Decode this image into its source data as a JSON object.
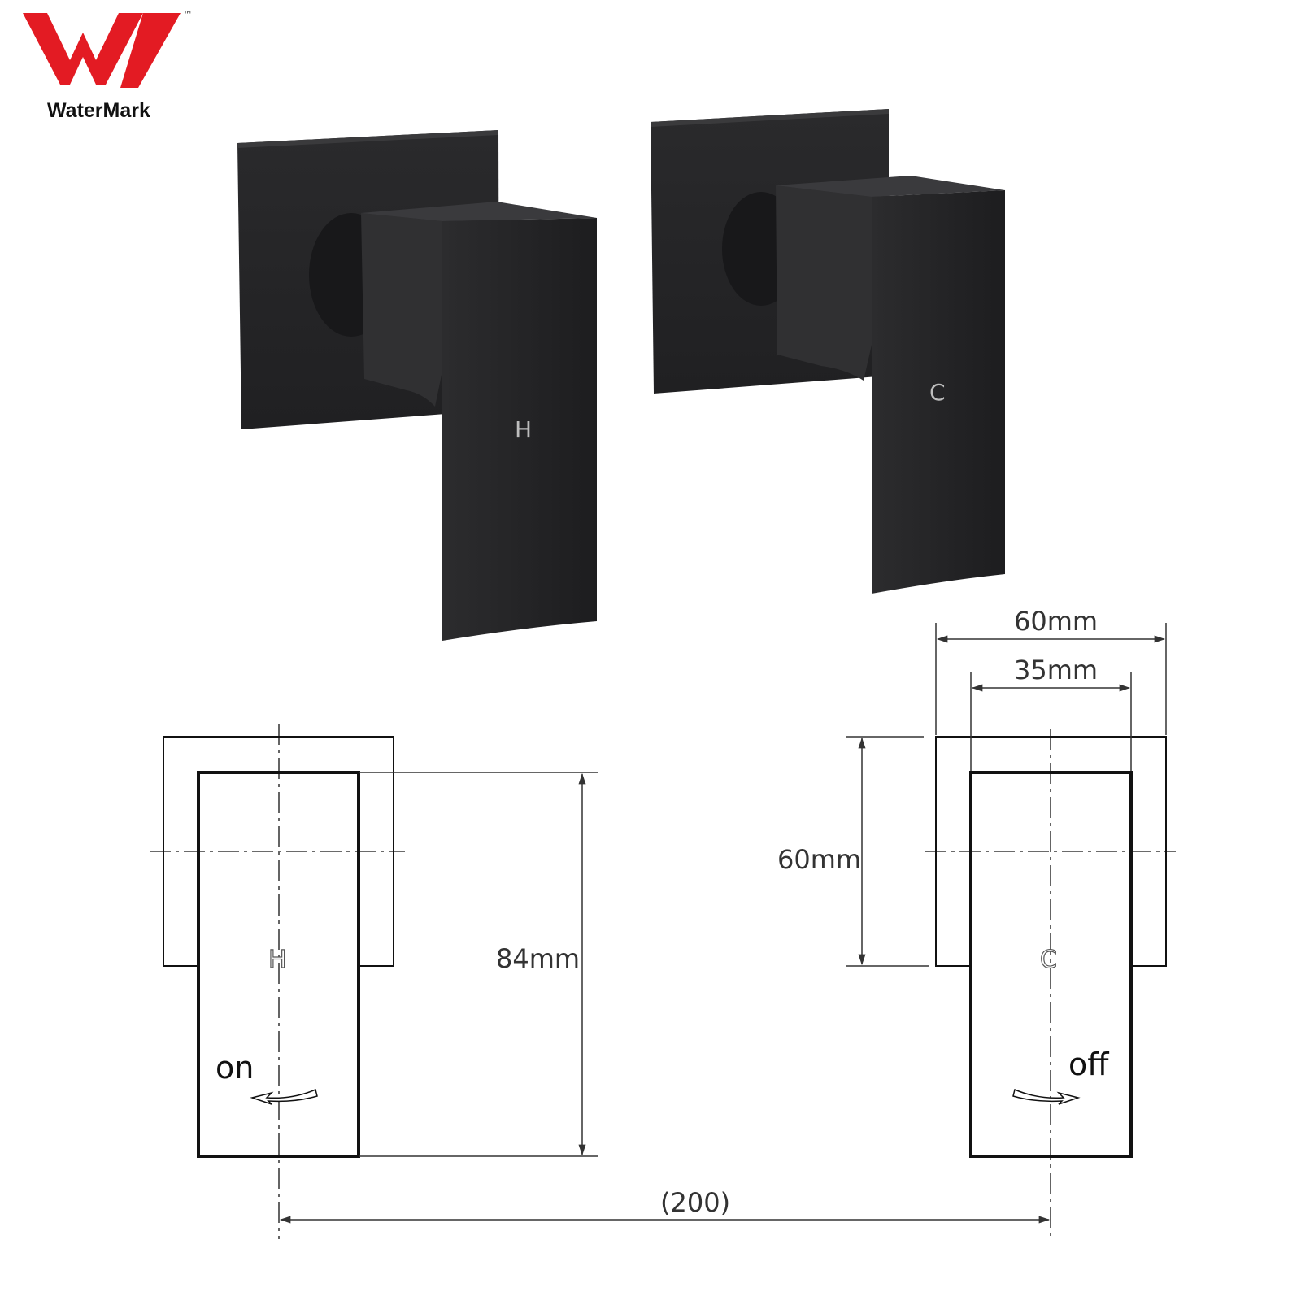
{
  "logo": {
    "name": "WaterMark",
    "trademark": "™",
    "color": "#e31b23"
  },
  "photo": {
    "finish_color": "#262628",
    "hot_tap": {
      "marking": "H"
    },
    "cold_tap": {
      "marking": "C"
    }
  },
  "drawing": {
    "hot_tap": {
      "symbol": "H",
      "direction_label": "on"
    },
    "cold_tap": {
      "symbol": "C",
      "direction_label": "off"
    },
    "dimensions": {
      "plate_width": "60mm",
      "handle_width": "35mm",
      "plate_height": "60mm",
      "handle_length": "84mm",
      "center_distance": "(200)"
    }
  },
  "icons": [
    "watermark-logo-icon",
    "rotation-arrow-icon"
  ]
}
